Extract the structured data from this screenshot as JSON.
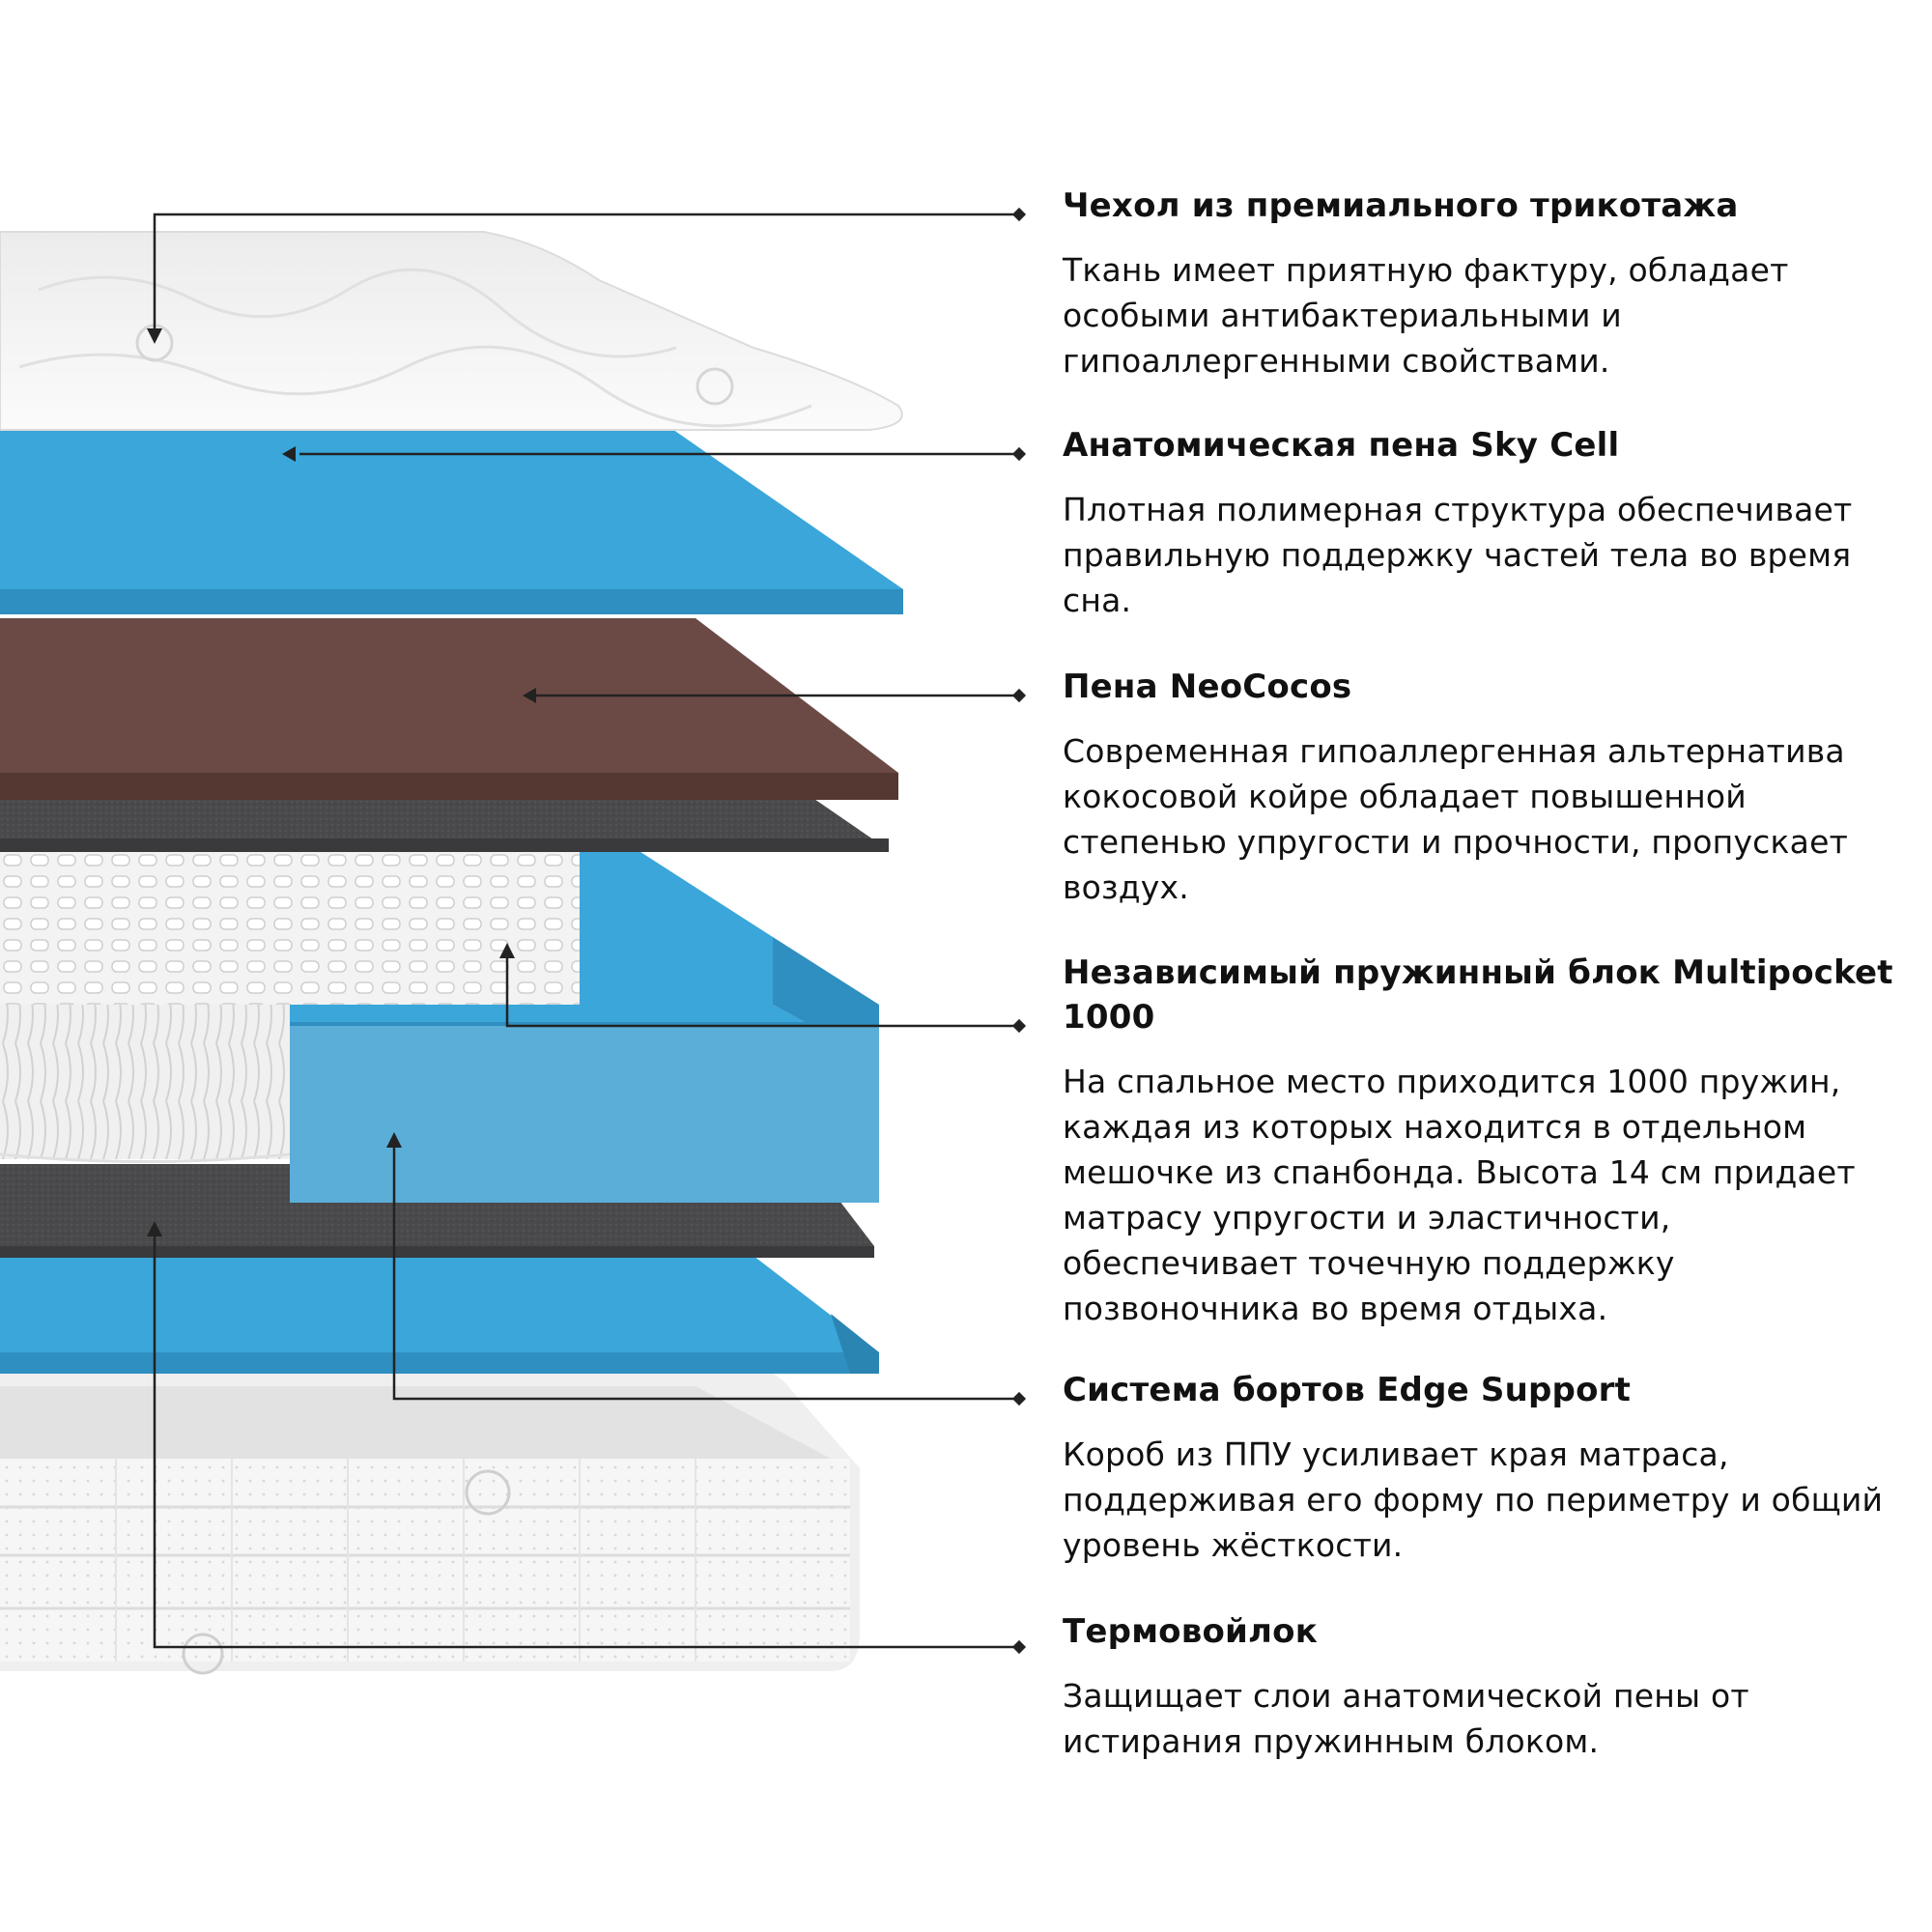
{
  "layers": [
    {
      "title": "Чехол из премиального трикотажа",
      "description": "Ткань имеет приятную фактуру, обладает особыми антибактериальными и гипоаллергенными свойствами."
    },
    {
      "title": "Анатомическая пена Sky Cell",
      "description": "Плотная полимерная структура обеспечивает правильную поддержку частей тела во время сна."
    },
    {
      "title": "Пена NeoCocos",
      "description": "Современная гипоаллергенная альтернатива кокосовой койре обладает повышенной степенью упругости и прочности, пропускает воздух."
    },
    {
      "title": "Независимый пружинный блок Multipocket 1000",
      "description": "На спальное место приходится 1000 пружин, каждая из которых находится в отдельном мешочке из спанбонда. Высота 14 см придает матрасу упругости и эластичности, обеспечивает точечную поддержку позвоночника во время отдыха."
    },
    {
      "title": "Система бортов Edge Support",
      "description": "Короб из ППУ усиливает края матраса, поддерживая его форму по периметру и общий уровень жёсткости."
    },
    {
      "title": "Термовойлок",
      "description": "Защищает слои анатомической пены от истирания пружинным блоком."
    }
  ],
  "colors": {
    "foam_blue": "#3aa6da",
    "foam_blue_side": "#2f8fc0",
    "neococos_brown": "#6b4a45",
    "neococos_side": "#563833",
    "felt_gray": "#4a4a4c",
    "cover_white": "#f4f4f4",
    "leader_line": "#222222"
  }
}
